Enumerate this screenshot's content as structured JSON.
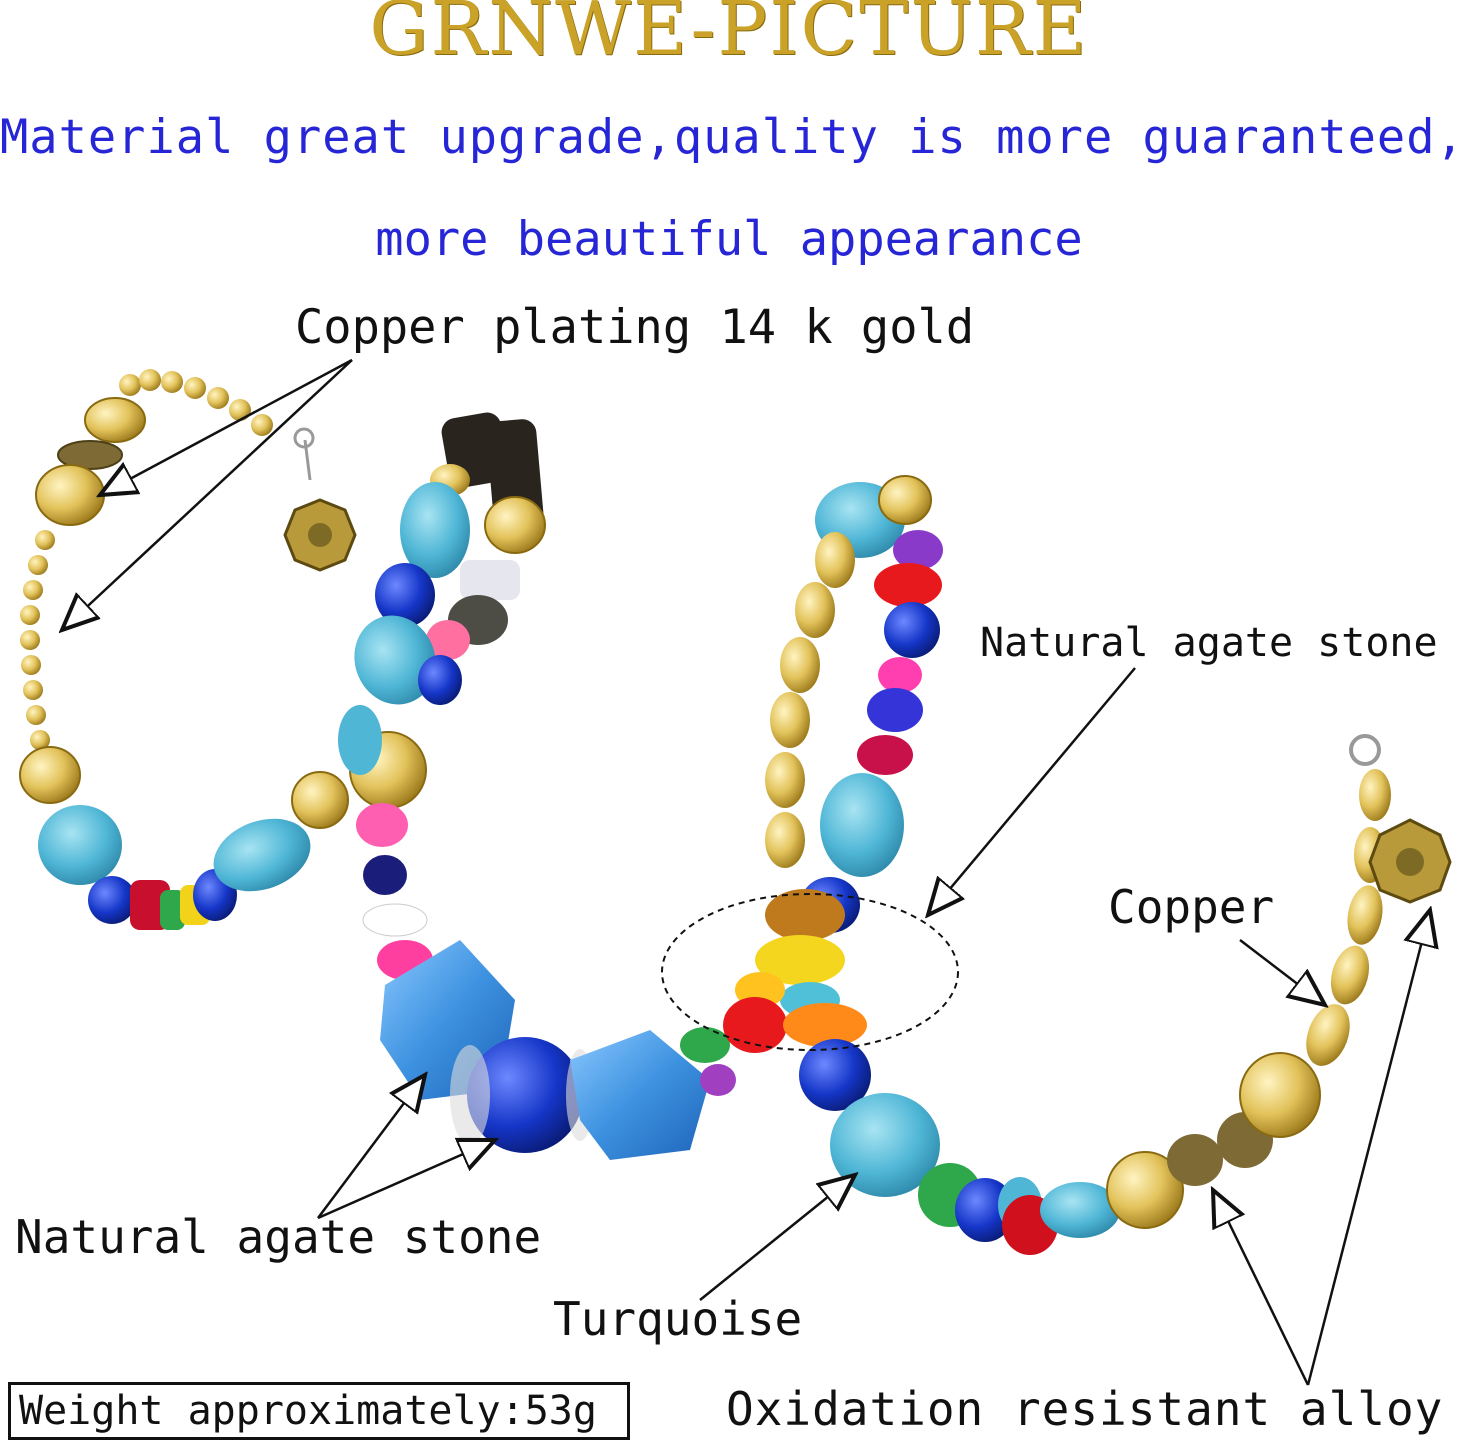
{
  "brand": "GRNWE-PICTURE",
  "headline_line1": "Material great upgrade,quality is more guaranteed,",
  "headline_line2": "more beautiful appearance",
  "labels": {
    "copper_gold": "Copper plating 14 k gold",
    "agate_right": "Natural agate stone",
    "copper": "Copper",
    "agate_left": "Natural agate stone",
    "turquoise": "Turquoise",
    "alloy": "Oxidation resistant alloy",
    "weight": "Weight approximately:53g"
  },
  "colors": {
    "brand": "#c9a227",
    "headline": "#2626d6",
    "turquoise": "#4fb6d6",
    "gold": "#e2c25a",
    "cobalt": "#1536c8",
    "agate_blue": "#3d92e0"
  }
}
